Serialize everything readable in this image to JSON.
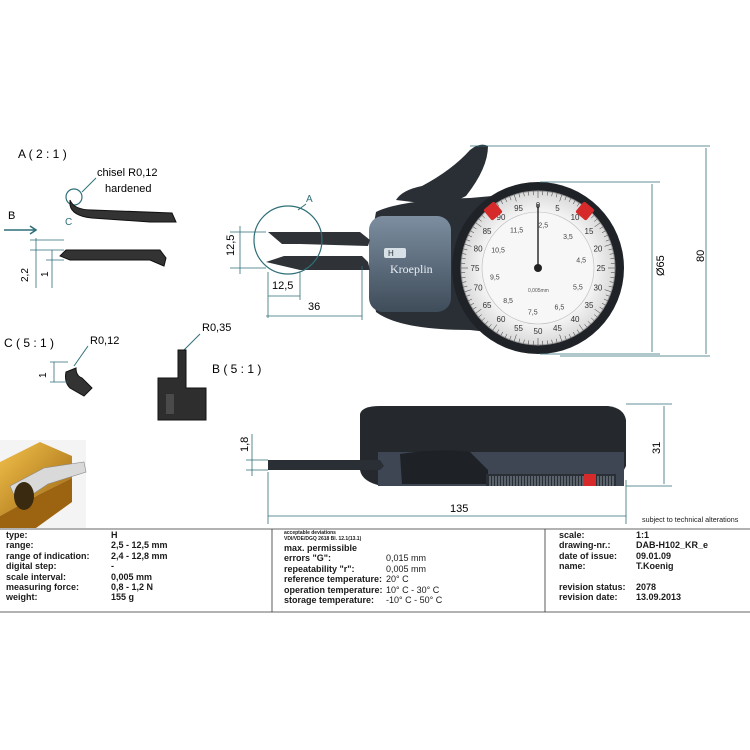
{
  "detail_a": {
    "title": "A ( 2 : 1 )",
    "note1": "chisel  R0,12",
    "note2": "hardened",
    "mark_c": "C",
    "arrow_b": "B",
    "dim_2_2": "2,2",
    "dim_1": "1"
  },
  "detail_c": {
    "title": "C ( 5 : 1 )",
    "radius": "R0,12",
    "dim_1": "1"
  },
  "detail_b": {
    "title": "B ( 5 : 1 )",
    "radius": "R0,35"
  },
  "front_view": {
    "detail_mark": "A",
    "dim_12_5_v": "12,5",
    "dim_12_5_h": "12,5",
    "dim_36": "36",
    "dim_dia65": "Ø65",
    "dim_80": "80"
  },
  "dial": {
    "brand": "Kroeplin",
    "badge": "H",
    "unit": "0,005mm",
    "outer_labels": [
      "0",
      "5",
      "10",
      "15",
      "20",
      "25",
      "30",
      "35",
      "40",
      "45",
      "50",
      "55",
      "60",
      "65",
      "70",
      "75",
      "80",
      "85",
      "90",
      "95"
    ],
    "inner_labels": [
      "2,5",
      "3,5",
      "4,5",
      "5,5",
      "6,5",
      "7,5",
      "8,5",
      "9,5",
      "10,5",
      "11,5"
    ]
  },
  "side_view": {
    "dim_1_8": "1,8",
    "dim_31": "31",
    "dim_135": "135"
  },
  "subject_note": "subject to technical alterations",
  "title_block": {
    "left": [
      {
        "k": "type:",
        "v": "H"
      },
      {
        "k": "range:",
        "v": "2,5 - 12,5 mm"
      },
      {
        "k": "range of indication:",
        "v": "2,4 - 12,8 mm"
      },
      {
        "k": "digital step:",
        "v": "-"
      },
      {
        "k": "scale interval:",
        "v": "0,005 mm"
      },
      {
        "k": "measuring force:",
        "v": "0,8 - 1,2 N"
      },
      {
        "k": "weight:",
        "v": "155 g"
      }
    ],
    "mid_header1": "acceptable deviations",
    "mid_header2": "VDI/VDE/DGQ 2618 Bl. 12.1(13.1)",
    "mid": [
      {
        "k": "max. permissible",
        "v": ""
      },
      {
        "k": "errors \"G\":",
        "v": "0,015 mm"
      },
      {
        "k": "repeatability \"r\":",
        "v": "0,005 mm"
      },
      {
        "k": "reference temperature:",
        "v": "20° C"
      },
      {
        "k": "operation temperature:",
        "v": "10° C - 30° C"
      },
      {
        "k": "storage temperature:",
        "v": "-10° C - 50° C"
      }
    ],
    "right": [
      {
        "k": "scale:",
        "v": "1:1"
      },
      {
        "k": "drawing-nr.:",
        "v": "DAB-H102_KR_e"
      },
      {
        "k": "date of issue:",
        "v": "09.01.09"
      },
      {
        "k": "name:",
        "v": "T.Koenig"
      },
      {
        "k": "",
        "v": ""
      },
      {
        "k": "revision status:",
        "v": "2078"
      },
      {
        "k": "revision date:",
        "v": "13.09.2013"
      }
    ]
  },
  "colors": {
    "dim_line": "#2f6f78",
    "body": "#5b6b7c",
    "body_dark": "#2a2f36",
    "dial_face": "#f2f2f2",
    "marker": "#d62a2a",
    "gold": "#c98a1b"
  }
}
